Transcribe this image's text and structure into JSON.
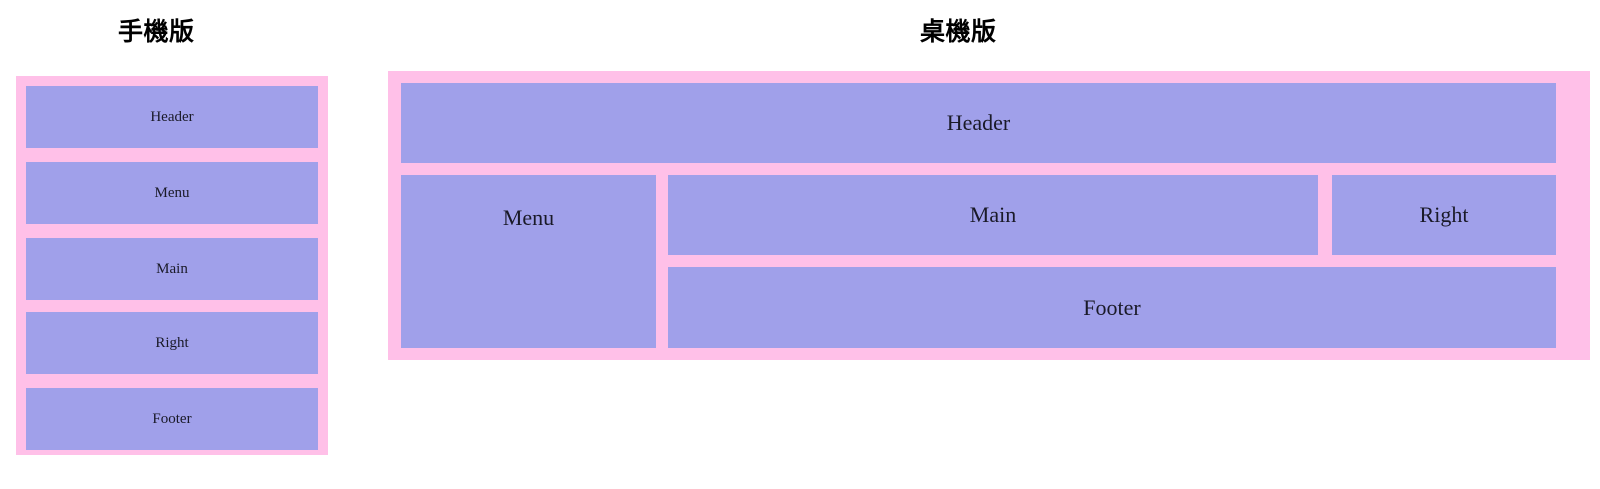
{
  "page": {
    "background_color": "#ffffff",
    "text_color": "#1a1a28"
  },
  "theme": {
    "container_color": "#ffc0e8",
    "block_color": "#a0a0ea",
    "title_color": "#000000"
  },
  "sections": {
    "mobile": {
      "title": "手機版",
      "blocks": [
        {
          "label": "Header"
        },
        {
          "label": "Menu"
        },
        {
          "label": "Main"
        },
        {
          "label": "Right"
        },
        {
          "label": "Footer"
        }
      ]
    },
    "desktop": {
      "title": "桌機版",
      "blocks": [
        {
          "label": "Header"
        },
        {
          "label": "Menu"
        },
        {
          "label": "Main"
        },
        {
          "label": "Right"
        },
        {
          "label": "Footer"
        }
      ]
    }
  }
}
